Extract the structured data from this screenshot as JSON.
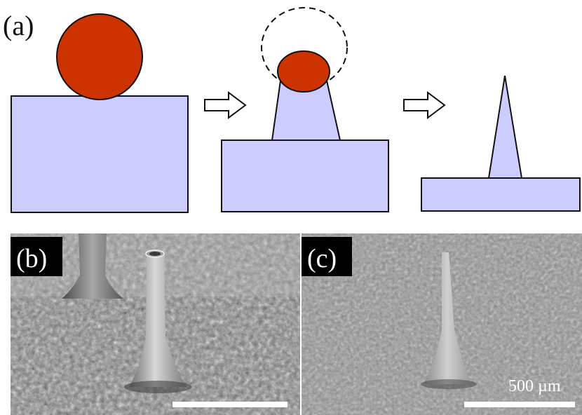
{
  "panel_a": {
    "label": "(a)",
    "colors": {
      "substrate": "#ccccff",
      "droplet": "#cc3300",
      "outline": "#111111"
    },
    "stages": [
      {
        "name": "initial",
        "shapes": [
          "droplet",
          "substrate-block"
        ]
      },
      {
        "name": "etching",
        "shapes": [
          "dashed-original-droplet",
          "shrunken-droplet",
          "tapered-pillar",
          "substrate-block"
        ]
      },
      {
        "name": "final",
        "shapes": [
          "spike",
          "substrate-block"
        ]
      }
    ],
    "arrows": 2,
    "arrow_icon": "hollow-right-arrow-icon"
  },
  "panel_b": {
    "label": "(b)"
  },
  "panel_c": {
    "label": "(c)",
    "scale_bar": "500 µm"
  }
}
